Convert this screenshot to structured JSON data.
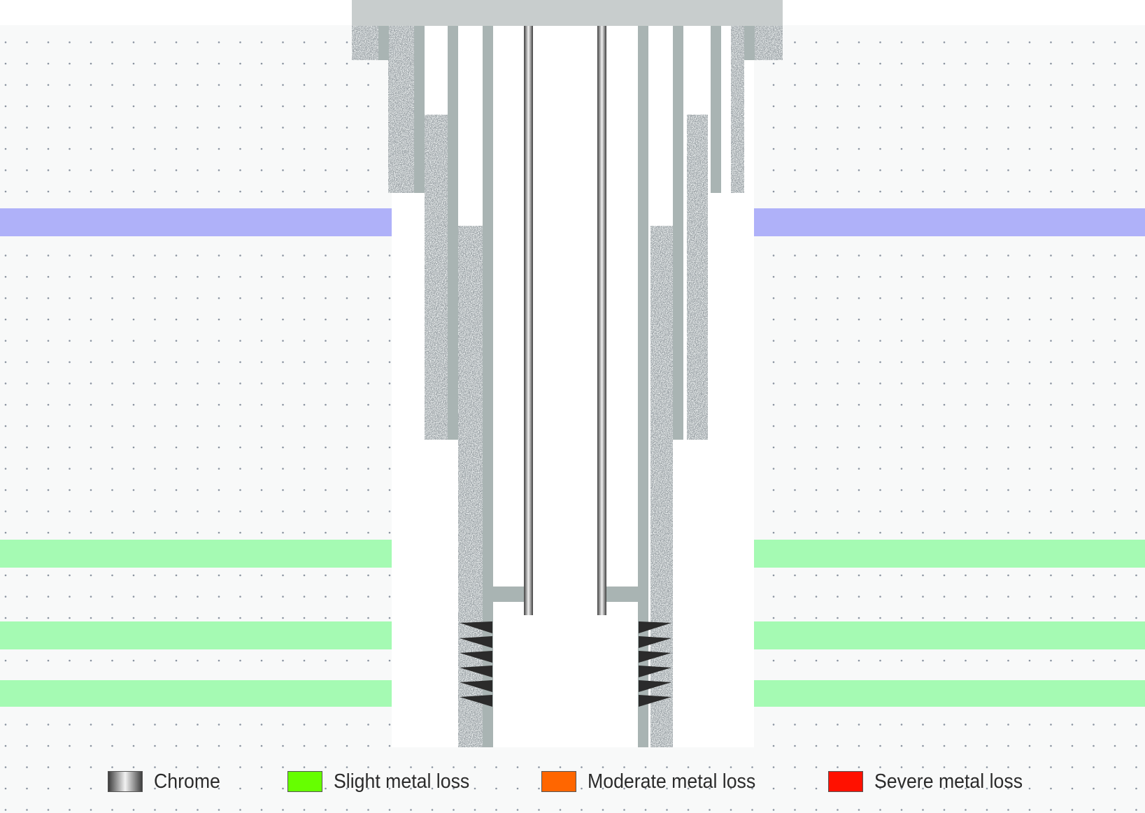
{
  "colors": {
    "formation_background": "#f8f9f9",
    "formation_dots": "#8a93a0",
    "aquifer_layer": "#afb1f9",
    "reservoir_layer": "#a5fab3",
    "wellhead": "#c8cdcd",
    "casing_steel": "#a9b4b3",
    "cement": "#e8ecec",
    "tubing_chrome_dark": "#4a4a4a",
    "tubing_chrome_light": "#f2f2f2",
    "packer": "#2b2b2b",
    "slight_loss": "#66ff00",
    "moderate_loss": "#ff6600",
    "severe_loss": "#ff1100"
  },
  "legend": [
    {
      "label": "Chrome",
      "swatch": "chrome-gradient"
    },
    {
      "label": "Slight metal loss",
      "color": "#66ff00"
    },
    {
      "label": "Moderate metal loss",
      "color": "#ff6600"
    },
    {
      "label": "Severe metal loss",
      "color": "#ff1100"
    }
  ]
}
